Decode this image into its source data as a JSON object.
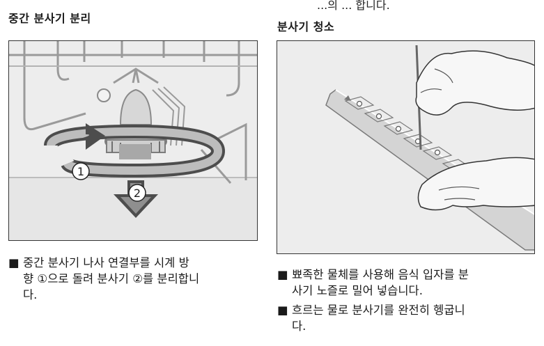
{
  "top_fragment": "...의 ... 합니다.",
  "left_section": {
    "heading": "중간 분사기 분리",
    "figure": {
      "marker_1": "1",
      "marker_2": "2"
    },
    "bullet_marker": "■",
    "bullet_lines": [
      "중간 분사기 나사 연결부를 시계 방",
      "향 ①으로 돌려 분사기 ②를 분리합니",
      "다."
    ]
  },
  "right_section": {
    "heading": "분사기 청소",
    "bullet_marker": "■",
    "bullets": [
      {
        "lines": [
          "뾰족한 물체를 사용해 음식 입자를 분",
          "사기 노즐로 밀어 넣습니다."
        ]
      },
      {
        "lines": [
          "흐르는 물로 분사기를 완전히 헹굽니",
          "다."
        ]
      }
    ]
  }
}
